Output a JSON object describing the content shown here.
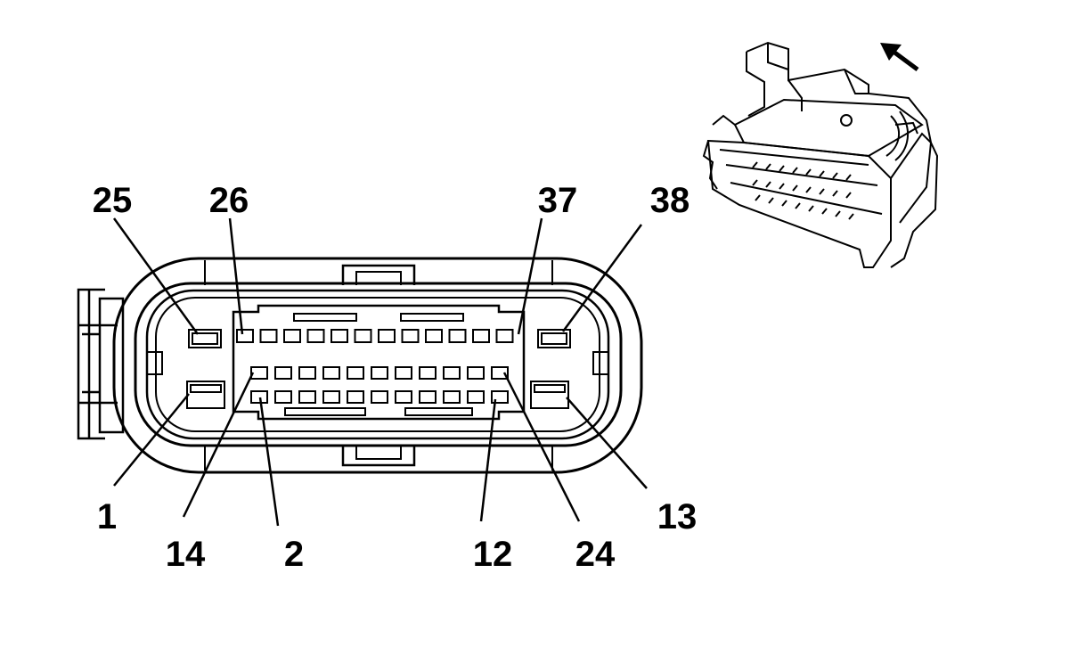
{
  "diagram": {
    "labels": {
      "p25": "25",
      "p26": "26",
      "p37": "37",
      "p38": "38",
      "p1": "1",
      "p14": "14",
      "p2": "2",
      "p12": "12",
      "p24": "24",
      "p13": "13"
    },
    "pin_rows": {
      "top_row": {
        "first": 26,
        "last": 37,
        "count": 12
      },
      "middle_row": {
        "first": 14,
        "last": 24,
        "count": 11
      },
      "bottom_row": {
        "first": 2,
        "last": 12,
        "count": 11
      },
      "large_left": [
        25,
        1
      ],
      "large_right": [
        38,
        13
      ]
    },
    "inset": {
      "arrow": "direction-arrow-icon"
    }
  }
}
